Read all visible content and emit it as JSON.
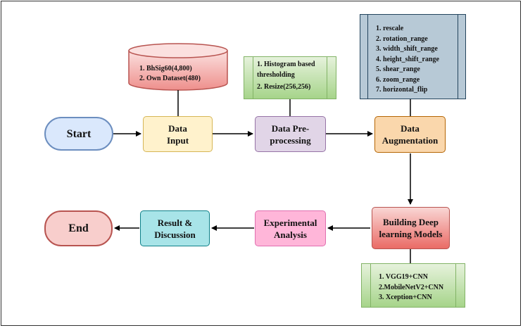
{
  "nodes": {
    "start": "Start",
    "data_input": "Data Input",
    "preprocessing": "Data Pre-processing",
    "augmentation": "Data Augmentation",
    "models": "Building Deep learning Models",
    "analysis": "Experimental Analysis",
    "result": "Result & Discussion",
    "end": "End"
  },
  "datasets": [
    "1. BhSig60(4,800)",
    "2. Own Dataset(480)"
  ],
  "preprocessing_steps": [
    "1. Histogram based thresholding",
    "2. Resize(256,256)"
  ],
  "augmentation_params": [
    "1. rescale",
    "2. rotation_range",
    "3. width_shift_range",
    "4. height_shift_range",
    "5. shear_range",
    "6. zoom_range",
    "7. horizontal_flip"
  ],
  "models_list": [
    "1. VGG19+CNN",
    "2.MobileNetV2+CNN",
    "3. Xception+CNN"
  ],
  "colors": {
    "start_fill": "#dae8fc",
    "start_stroke": "#6c8ebf",
    "input_fill": "#fff2cc",
    "input_stroke": "#d6b656",
    "pre_fill": "#e1d5e7",
    "pre_stroke": "#9673a6",
    "aug_fill": "#fad7ac",
    "aug_stroke": "#b46504",
    "model_fill": "#f8cecc",
    "model_stroke": "#b85450",
    "analysis_fill": "#ffb6d9",
    "analysis_stroke": "#e06fb0",
    "result_fill": "#a8e4e8",
    "result_stroke": "#0e8088",
    "end_fill": "#f8cecc",
    "end_stroke": "#b85450",
    "green_fill": "#d5e8d4",
    "green_stroke": "#82b366",
    "slate_fill": "#b7c9d6",
    "slate_stroke": "#23445d"
  }
}
